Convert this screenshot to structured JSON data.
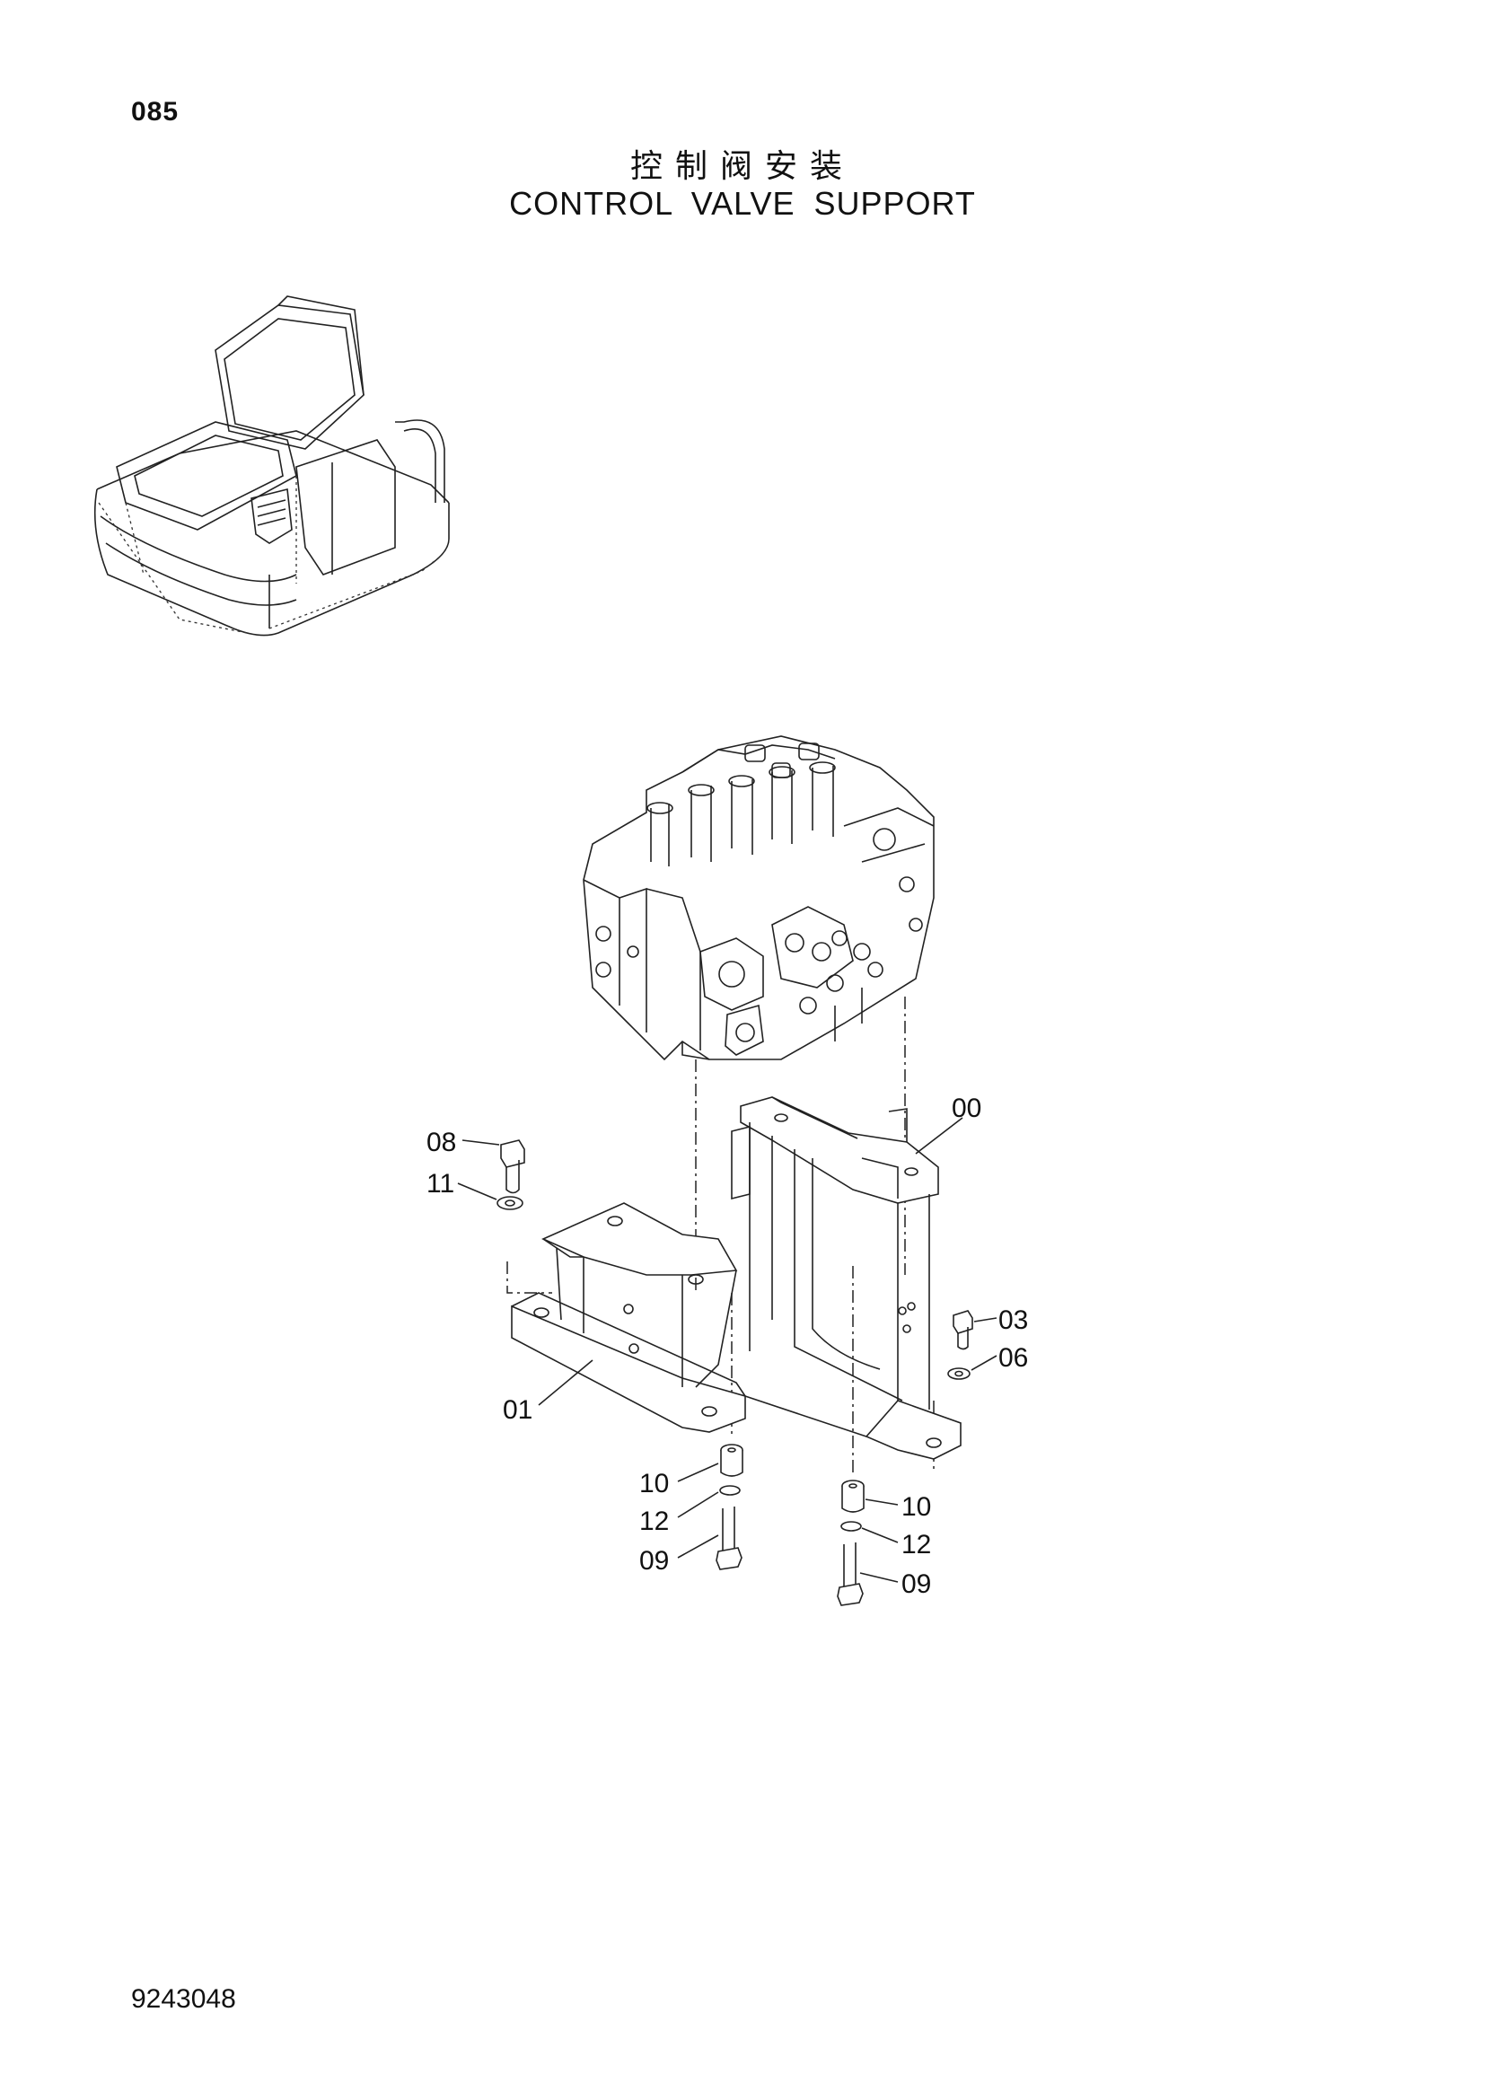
{
  "header": {
    "page_number": "085",
    "title_cn": "控制阀安装",
    "title_en": "CONTROL VALVE SUPPORT"
  },
  "footer": {
    "doc_number": "9243048"
  },
  "callouts": [
    "00",
    "01",
    "03",
    "06",
    "08",
    "09",
    "09",
    "10",
    "10",
    "11",
    "12",
    "12"
  ]
}
